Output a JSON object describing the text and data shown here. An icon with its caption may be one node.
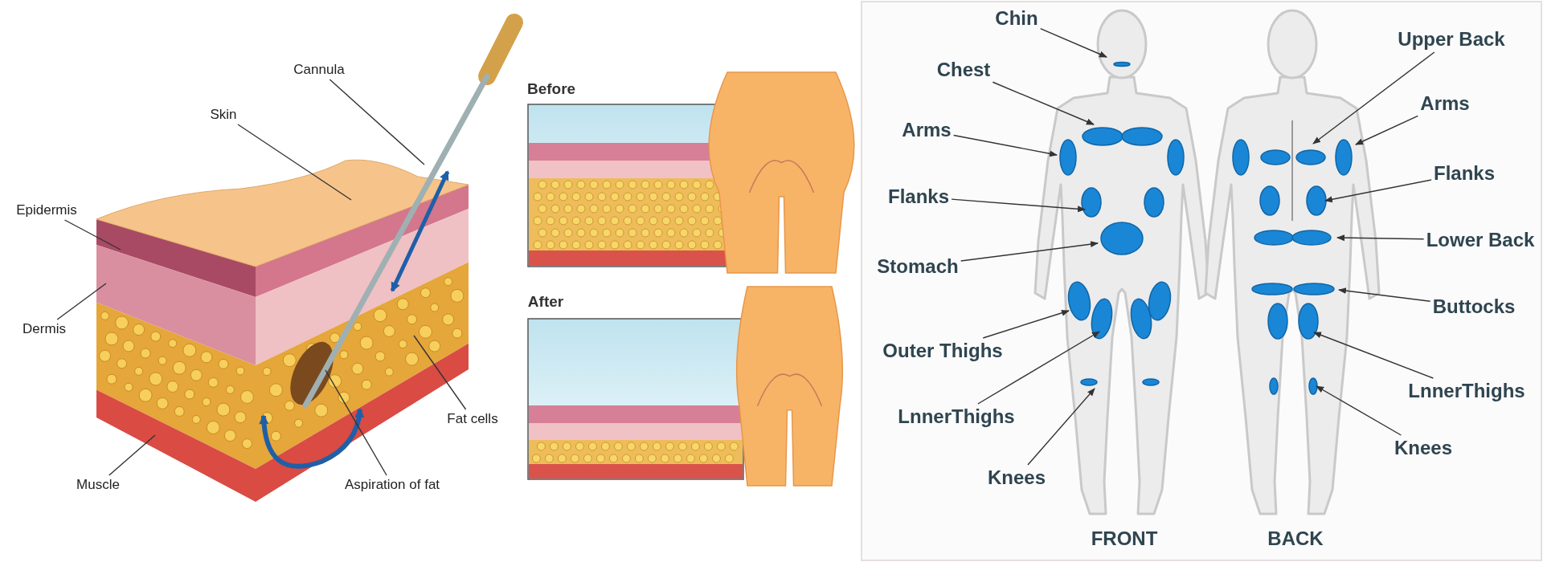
{
  "diagram": {
    "nodes": [
      {
        "text": [
          "Cannula"
        ]
      },
      {
        "text": [
          "Skin"
        ]
      },
      {
        "text": [
          "Epidermis"
        ]
      },
      {
        "text": [
          "Dermis"
        ]
      },
      {
        "text": [
          "Muscle"
        ]
      },
      {
        "text": [
          "Aspiration of fat"
        ]
      },
      {
        "text": [
          "Fat cells"
        ]
      },
      {
        "text": [
          "Chin"
        ]
      },
      {
        "text": [
          "Chest"
        ]
      },
      {
        "text": [
          "Arms"
        ]
      },
      {
        "text": [
          "Flanks"
        ]
      },
      {
        "text": [
          "Stomach"
        ]
      },
      {
        "text": [
          "Outer Thighs"
        ]
      },
      {
        "text": [
          "LnnerThighs"
        ]
      },
      {
        "text": [
          "Knees"
        ]
      },
      {
        "text": [
          "Upper Back"
        ]
      },
      {
        "text": [
          "Arms"
        ]
      },
      {
        "text": [
          "Flanks"
        ]
      },
      {
        "text": [
          "Lower Back"
        ]
      },
      {
        "text": [
          "Buttocks"
        ]
      },
      {
        "text": [
          "LnnerThighs"
        ]
      },
      {
        "text": [
          "Knees"
        ]
      }
    ],
    "edges": [
      {
        "from": 0,
        "to": null,
        "arrow": "none"
      },
      {
        "from": 1,
        "to": null,
        "arrow": "none"
      },
      {
        "from": 2,
        "to": null,
        "arrow": "none"
      },
      {
        "from": 3,
        "to": null,
        "arrow": "none"
      },
      {
        "from": 4,
        "to": null,
        "arrow": "none"
      },
      {
        "from": 5,
        "to": null,
        "arrow": "none"
      },
      {
        "from": 6,
        "to": null,
        "arrow": "none"
      },
      {
        "from": 7,
        "to": null,
        "arrow": "to"
      },
      {
        "from": 8,
        "to": null,
        "arrow": "to"
      },
      {
        "from": 9,
        "to": null,
        "arrow": "to"
      },
      {
        "from": 10,
        "to": null,
        "arrow": "to"
      },
      {
        "from": 11,
        "to": null,
        "arrow": "to"
      },
      {
        "from": 12,
        "to": null,
        "arrow": "to"
      },
      {
        "from": 13,
        "to": null,
        "arrow": "to"
      },
      {
        "from": 14,
        "to": null,
        "arrow": "to"
      },
      {
        "from": 15,
        "to": null,
        "arrow": "to"
      },
      {
        "from": 16,
        "to": null,
        "arrow": "to"
      },
      {
        "from": 17,
        "to": null,
        "arrow": "to"
      },
      {
        "from": 18,
        "to": null,
        "arrow": "to"
      },
      {
        "from": 19,
        "to": null,
        "arrow": "to"
      },
      {
        "from": 20,
        "to": null,
        "arrow": "to"
      },
      {
        "from": 21,
        "to": null,
        "arrow": "to"
      }
    ],
    "labels": [
      "Before",
      "After",
      "FRONT",
      "BACK"
    ]
  }
}
